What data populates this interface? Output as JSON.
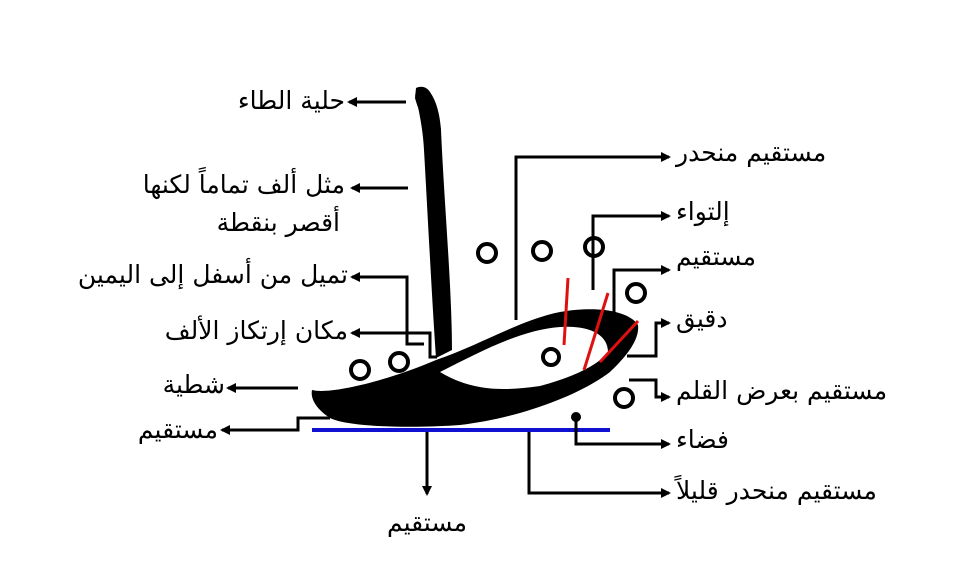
{
  "labels_left": {
    "ornament": "حلية الطاء",
    "like_alif_line1": "مثل ألف تماماً لكنها",
    "like_alif_line2": "أقصر بنقطة",
    "tilts": "تميل من أسفل إلى اليمين",
    "alif_base": "مكان إرتكاز الألف",
    "shatya": "شطية",
    "straight": "مستقيم"
  },
  "labels_right": {
    "straight_descending": "مستقيم منحدر",
    "twist": "إلتواء",
    "straight": "مستقيم",
    "fine": "دقيق",
    "pen_width_straight": "مستقيم بعرض القلم",
    "space": "فضاء",
    "slightly_descending": "مستقيم منحدر قليلاً"
  },
  "labels_bottom": {
    "straight": "مستقيم"
  },
  "colors": {
    "ink": "#000000",
    "baseline": "#1010d0",
    "angle_marks": "#e01010",
    "background": "#ffffff"
  }
}
